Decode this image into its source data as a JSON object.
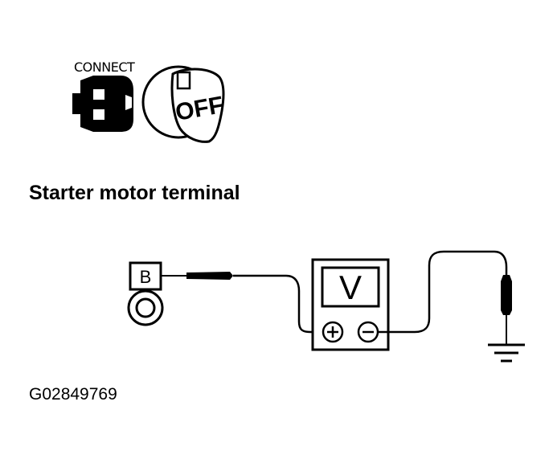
{
  "connector": {
    "label": "CONNECT"
  },
  "ignition_key": {
    "label": "OFF"
  },
  "title": "Starter motor terminal",
  "terminal": {
    "label": "B"
  },
  "meter": {
    "label": "V",
    "positive_symbol": "plus",
    "negative_symbol": "minus"
  },
  "figure_code": "G02849769",
  "icons": [
    "connector-plug-icon",
    "ignition-key-off-icon",
    "ground-symbol-icon"
  ]
}
